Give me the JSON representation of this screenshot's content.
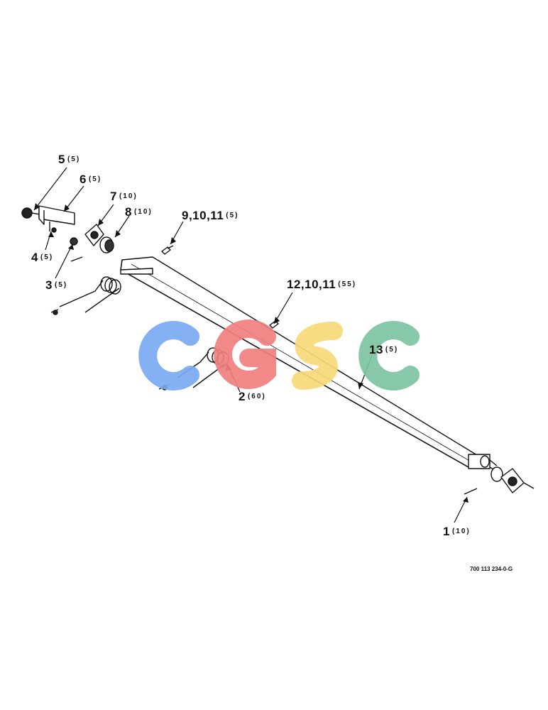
{
  "callouts": [
    {
      "id": "c5",
      "num": "5",
      "qty": "(5)"
    },
    {
      "id": "c6",
      "num": "6",
      "qty": "(5)"
    },
    {
      "id": "c7",
      "num": "7",
      "qty": "(10)"
    },
    {
      "id": "c8",
      "num": "8",
      "qty": "(10)"
    },
    {
      "id": "c9",
      "num": "9,10,11",
      "qty": "(5)"
    },
    {
      "id": "c4",
      "num": "4",
      "qty": "(5)"
    },
    {
      "id": "c3",
      "num": "3",
      "qty": "(5)"
    },
    {
      "id": "c12",
      "num": "12,10,11",
      "qty": "(55)"
    },
    {
      "id": "c13",
      "num": "13",
      "qty": "(5)"
    },
    {
      "id": "c2",
      "num": "2",
      "qty": "(60)"
    },
    {
      "id": "c1",
      "num": "1",
      "qty": "(10)"
    }
  ],
  "drawing_id": "700 113 234-0-G",
  "watermark": {
    "text": "CGSC",
    "colors": [
      "#7aaaf2",
      "#f08080",
      "#f7da7a",
      "#7cc4a2"
    ]
  }
}
